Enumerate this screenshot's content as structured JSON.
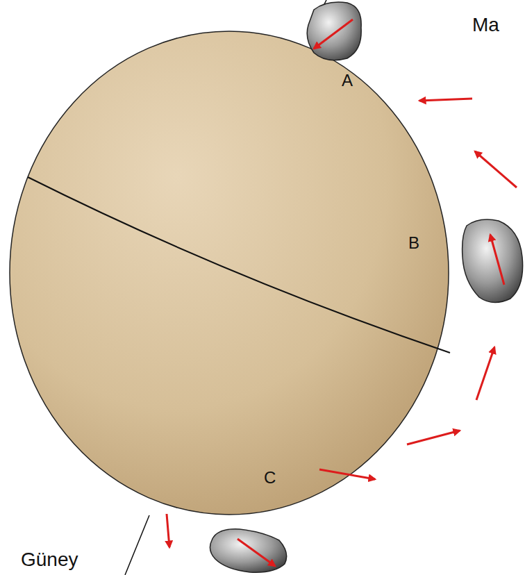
{
  "diagram": {
    "labels": [
      "Ma",
      "A",
      "B",
      "C",
      "Güney"
    ]
  }
}
